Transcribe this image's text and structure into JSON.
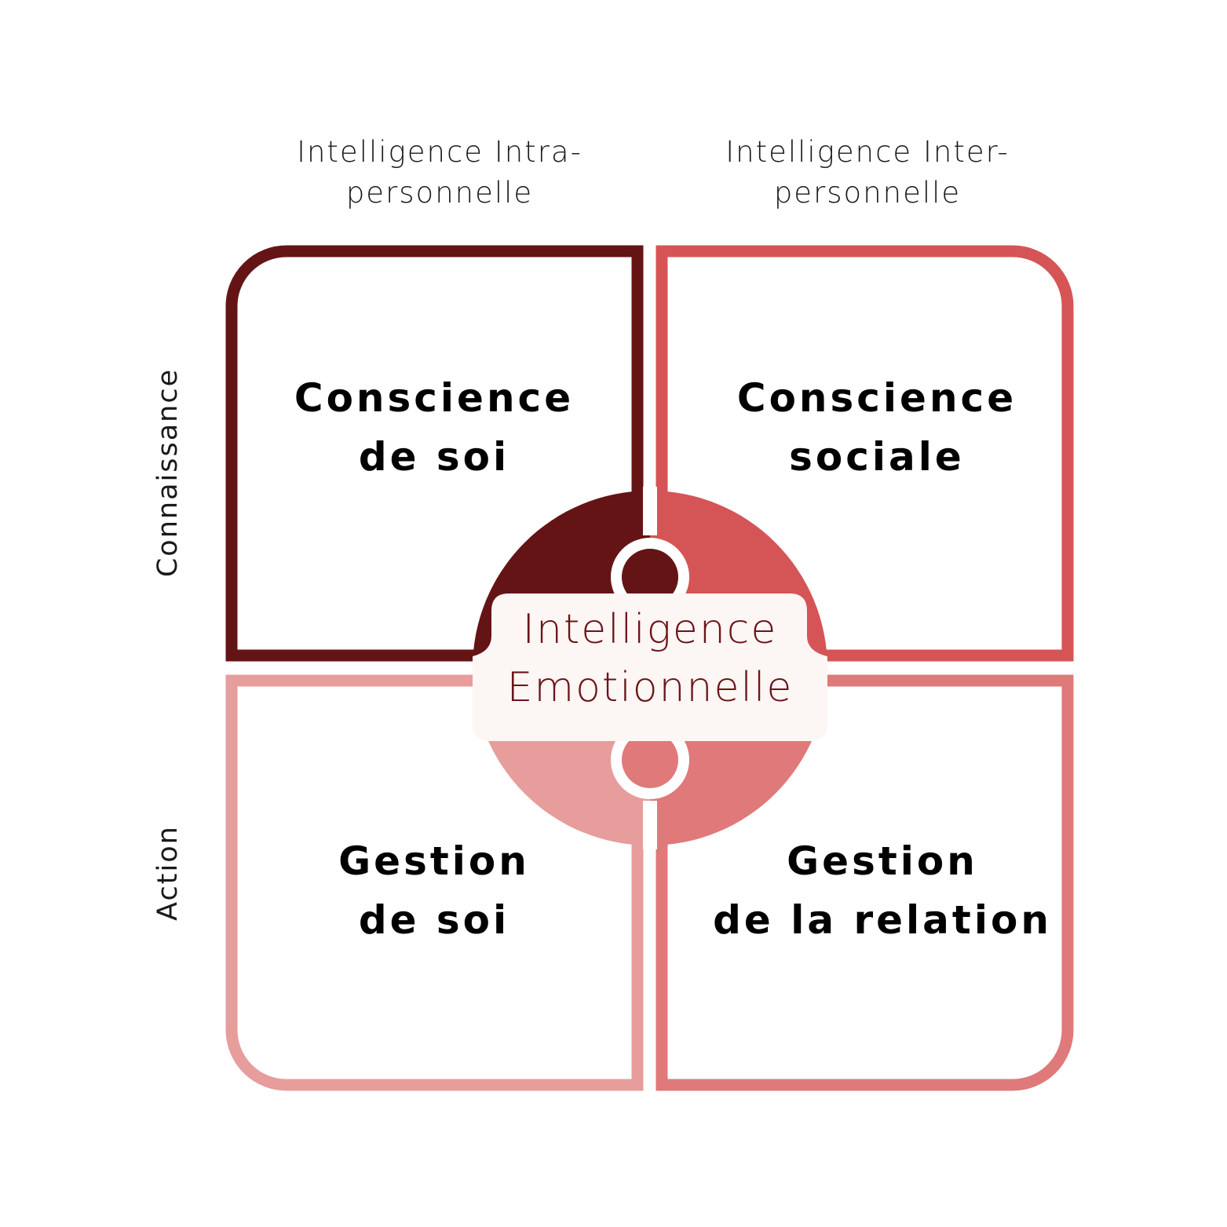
{
  "headers": {
    "intra": [
      "Intelligence Intra-",
      "personnelle"
    ],
    "inter": [
      "Intelligence Inter-",
      "personnelle"
    ],
    "connaissance": "Connaissance",
    "action": "Action"
  },
  "quadrants": [
    {
      "line1": "Conscience",
      "line2": "de soi",
      "color": "#651416"
    },
    {
      "line1": "Conscience",
      "line2": "sociale",
      "color": "#d55556"
    },
    {
      "line1": "Gestion",
      "line2": "de soi",
      "color": "#e69d9c"
    },
    {
      "line1": "Gestion",
      "line2": "de la relation",
      "color": "#df797a"
    }
  ],
  "center": {
    "line1": "Intelligence",
    "line2": "Emotionnelle",
    "text_color": "#6b1418",
    "box_color": "#fcf6f4"
  }
}
